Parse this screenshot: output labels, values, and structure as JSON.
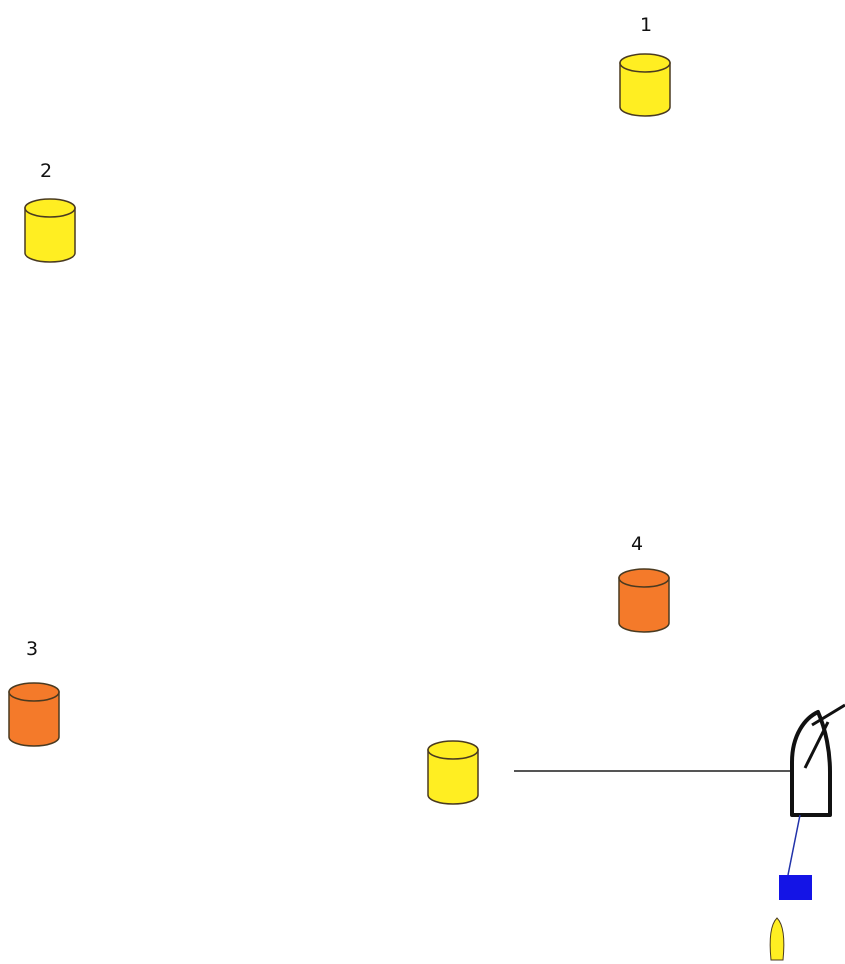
{
  "colors": {
    "yellow_buoy": "#ffee22",
    "orange_buoy": "#f47a2a",
    "outline": "#4a3a20",
    "line": "#555555",
    "anchor_rope": "#2233aa",
    "anchor_block": "#1414e6",
    "small_buoy": "#ffee22"
  },
  "buoys": [
    {
      "label": "1",
      "color": "yellow_buoy"
    },
    {
      "label": "2",
      "color": "yellow_buoy"
    },
    {
      "label": "3",
      "color": "orange_buoy"
    },
    {
      "label": "4",
      "color": "orange_buoy"
    },
    {
      "label": "",
      "color": "yellow_buoy"
    }
  ]
}
